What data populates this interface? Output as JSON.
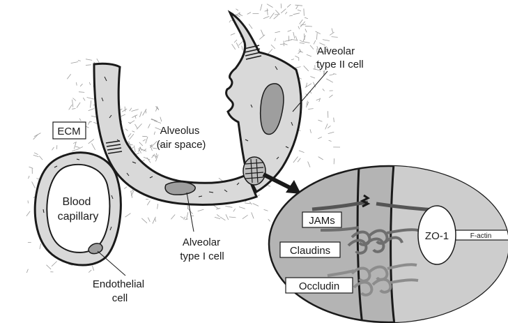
{
  "labels": {
    "alveolar_type_ii_line1": "Alveolar",
    "alveolar_type_ii_line2": "type II cell",
    "ecm": "ECM",
    "alveolus_line1": "Alveolus",
    "alveolus_line2": "(air space)",
    "blood_capillary_line1": "Blood",
    "blood_capillary_line2": "capillary",
    "alveolar_type_i_line1": "Alveolar",
    "alveolar_type_i_line2": "type I cell",
    "endothelial_line1": "Endothelial",
    "endothelial_line2": "cell",
    "jams": "JAMs",
    "claudins": "Claudins",
    "occludin": "Occludin",
    "zo1": "ZO-1",
    "f_actin": "F-actin"
  },
  "colors": {
    "cell_fill": "#d9d9d9",
    "inset_fill": "#b4b4b4",
    "nucleus_fill": "#9e9e9e",
    "outline": "#1a1a1a",
    "ecm_fiber": "#9a9a9a",
    "jams_color": "#555555",
    "claudins_color": "#6e6e6e",
    "occludin_color": "#8c8c8c"
  }
}
